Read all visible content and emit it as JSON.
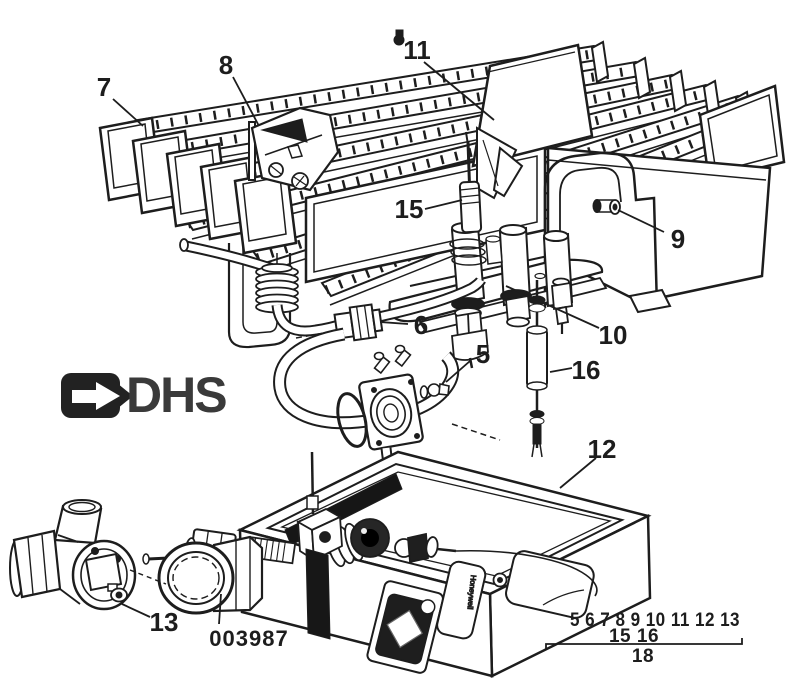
{
  "figure": {
    "background": "#ffffff",
    "ink": "#1d1d1d",
    "logo_color": "#3a3a3a"
  },
  "logo": {
    "text": "DHS"
  },
  "part_number": {
    "text": "003987"
  },
  "control_box": {
    "brand_label": "Honeywell"
  },
  "callouts": [
    {
      "id": "callout-7",
      "label": "7"
    },
    {
      "id": "callout-8",
      "label": "8"
    },
    {
      "id": "callout-11",
      "label": "11"
    },
    {
      "id": "callout-15",
      "label": "15"
    },
    {
      "id": "callout-9",
      "label": "9"
    },
    {
      "id": "callout-6",
      "label": "6"
    },
    {
      "id": "callout-10",
      "label": "10"
    },
    {
      "id": "callout-5",
      "label": "5"
    },
    {
      "id": "callout-16",
      "label": "16"
    },
    {
      "id": "callout-12",
      "label": "12"
    },
    {
      "id": "callout-13",
      "label": "13"
    }
  ],
  "legend": {
    "row1": "5 6 7 8 9 10 11 12 13",
    "row2": "15 16",
    "row3": "18"
  }
}
